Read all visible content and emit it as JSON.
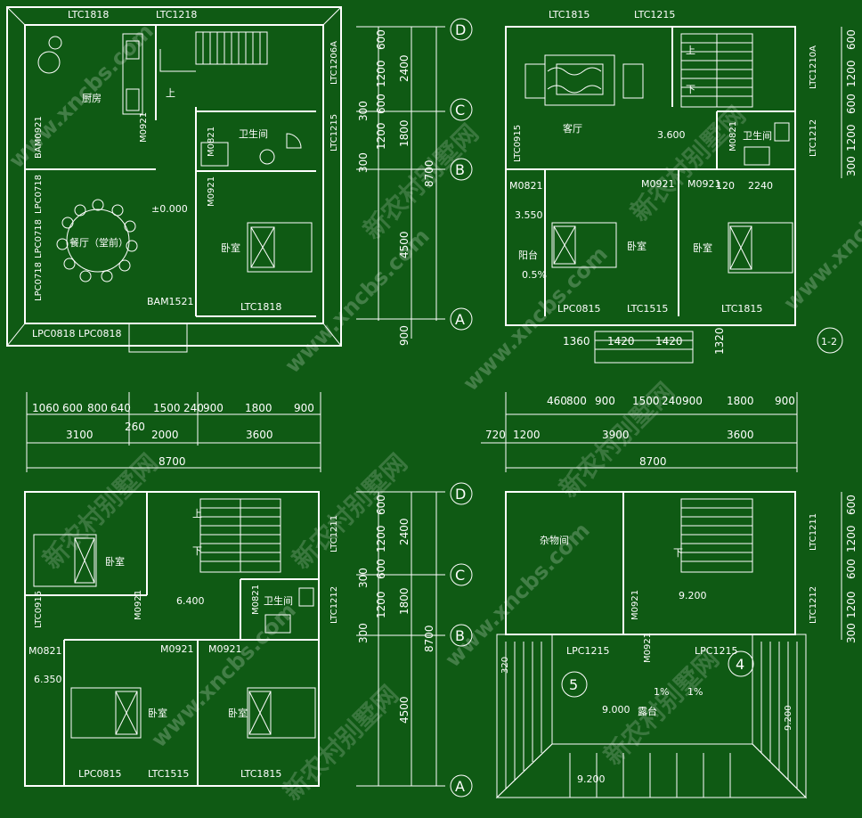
{
  "plans": {
    "p1": {
      "windows_top": [
        "LTC1818",
        "LTC1218"
      ],
      "rooms": [
        "厨房",
        "卫生间",
        "餐厅（堂前）",
        "卧室"
      ],
      "doors": [
        "M0921",
        "M0821",
        "M0921",
        "BAM0921",
        "BAM1521"
      ],
      "windows_side": [
        "LTC1206A",
        "LTC1215",
        "LPC0718",
        "LPC0718",
        "LPC0718"
      ],
      "windows_bottom": [
        "LPC0818",
        "LPC0818",
        "LTC1818"
      ],
      "level": "±0.000",
      "up": "上",
      "dims_v": [
        "600",
        "1200",
        "600",
        "1200",
        "300",
        "300",
        "2400",
        "1800",
        "4500",
        "900",
        "8700"
      ],
      "dims_h1": [
        "1060",
        "600",
        "800",
        "640",
        "1500",
        "240",
        "900",
        "1800",
        "900"
      ],
      "dims_h2": [
        "3100",
        "2000",
        "3600"
      ],
      "dim_260": "260",
      "total": "8700"
    },
    "p2": {
      "windows_top": [
        "LTC1815",
        "LTC1215",
        "LTC1210A"
      ],
      "rooms": [
        "客厅",
        "卫生间",
        "卧室",
        "卧室",
        "阳台"
      ],
      "doors": [
        "M0821",
        "M0921",
        "M0921",
        "M0821"
      ],
      "windows_side": [
        "LTC0915",
        "LTC1212"
      ],
      "windows_bottom": [
        "LPC0815",
        "LTC1515",
        "LTC1815"
      ],
      "levels": [
        "3.600",
        "3.550"
      ],
      "slope": "0.5%",
      "up": "上",
      "down": "下",
      "dims_inner": [
        "120",
        "2240"
      ],
      "dims_step": [
        "1360",
        "1420",
        "1420",
        "1320"
      ],
      "dims_h1": [
        "460",
        "800",
        "900",
        "1500",
        "240",
        "900",
        "1800",
        "900"
      ],
      "dims_h2": [
        "720",
        "1200",
        "3900",
        "3600"
      ],
      "dims_v": [
        "600",
        "1200",
        "600",
        "1200",
        "300"
      ],
      "total": "8700",
      "section": "1-2"
    },
    "p3": {
      "rooms": [
        "卧室",
        "卫生间",
        "卧室",
        "卧室"
      ],
      "doors": [
        "M0921",
        "M0821",
        "M0921",
        "M0921",
        "M0821"
      ],
      "windows_side": [
        "LTC1211",
        "LTC1212",
        "LTC0915"
      ],
      "windows_bottom": [
        "LPC0815",
        "LTC1515",
        "LTC1815"
      ],
      "levels": [
        "6.400",
        "6.350"
      ],
      "up": "上",
      "down": "下",
      "dims_v": [
        "600",
        "1200",
        "600",
        "1200",
        "300",
        "300",
        "2400",
        "1800",
        "4500",
        "8700"
      ]
    },
    "p4": {
      "rooms": [
        "杂物间",
        "露台"
      ],
      "doors": [
        "M0921",
        "M0921"
      ],
      "windows_side": [
        "LTC1211",
        "LTC1212"
      ],
      "windows_bottom": [
        "LPC1215",
        "LPC1215"
      ],
      "levels": [
        "9.200",
        "9.000",
        "9.200",
        "9.200"
      ],
      "slopes": [
        "1%",
        "1%"
      ],
      "down": "下",
      "markers": [
        "5",
        "4"
      ],
      "dims_v": [
        "600",
        "1200",
        "600",
        "1200",
        "300"
      ],
      "dim_320": "320"
    }
  },
  "axes": [
    "D",
    "C",
    "B",
    "A"
  ],
  "watermarks": {
    "site": "www.xncbs.com",
    "name": "新农村别墅网"
  }
}
